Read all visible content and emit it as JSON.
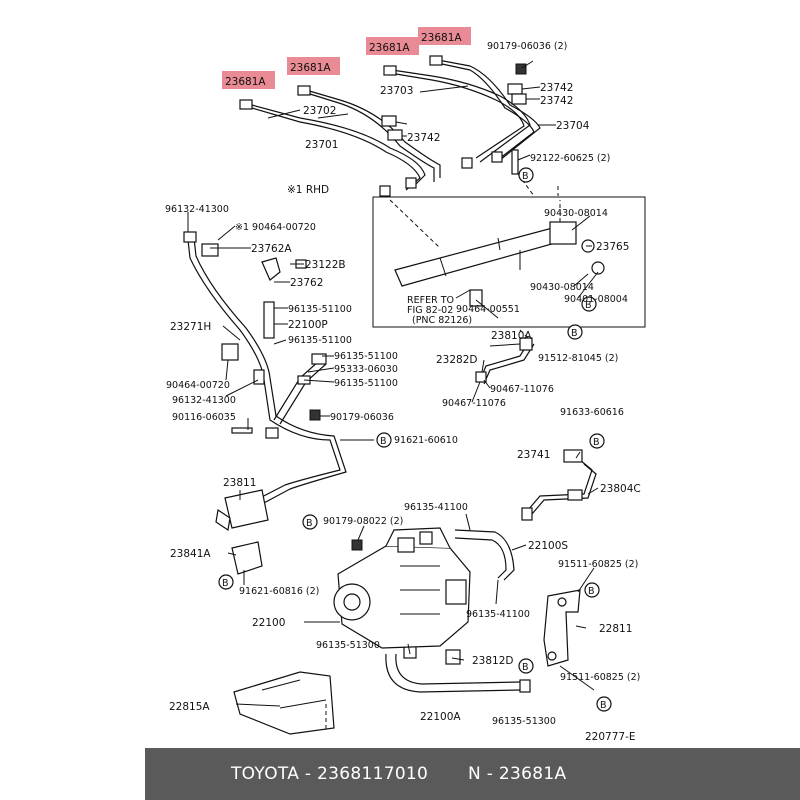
{
  "footer": {
    "left": "TOYOTA - 2368117010",
    "right": "N - 23681A"
  },
  "note_rhd": "※1 RHD",
  "refer": {
    "line1": "REFER TO",
    "line2": "FIG 82-02",
    "line3": "(PNC 82126)"
  },
  "diagram_code": "220777-E",
  "callouts": [
    {
      "id": "c1",
      "text": "23681A",
      "highlight": true
    },
    {
      "id": "c2",
      "text": "23681A",
      "highlight": true
    },
    {
      "id": "c3",
      "text": "23681A",
      "highlight": true
    },
    {
      "id": "c4",
      "text": "23681A",
      "highlight": true
    },
    {
      "id": "c5",
      "text": "90179-06036 (2)"
    },
    {
      "id": "c6",
      "text": "23742"
    },
    {
      "id": "c7",
      "text": "23742"
    },
    {
      "id": "c8",
      "text": "23703"
    },
    {
      "id": "c9",
      "text": "23702"
    },
    {
      "id": "c10",
      "text": "23742"
    },
    {
      "id": "c11",
      "text": "23704"
    },
    {
      "id": "c12",
      "text": "23701"
    },
    {
      "id": "c13",
      "text": "92122-60625 (2)"
    },
    {
      "id": "c14",
      "text": "96132-41300"
    },
    {
      "id": "c15",
      "text": "※1 90464-00720"
    },
    {
      "id": "c16",
      "text": "90430-08014"
    },
    {
      "id": "c17",
      "text": "23762A"
    },
    {
      "id": "c18",
      "text": "23765"
    },
    {
      "id": "c19",
      "text": "23122B"
    },
    {
      "id": "c20",
      "text": "23762"
    },
    {
      "id": "c21",
      "text": "90430-08014"
    },
    {
      "id": "c22",
      "text": "90401-08004"
    },
    {
      "id": "c23",
      "text": "96135-51100"
    },
    {
      "id": "c24",
      "text": "90464-00551"
    },
    {
      "id": "c25",
      "text": "23271H"
    },
    {
      "id": "c26",
      "text": "22100P"
    },
    {
      "id": "c27",
      "text": "96135-51100"
    },
    {
      "id": "c28",
      "text": "23810A"
    },
    {
      "id": "c29",
      "text": "96135-51100"
    },
    {
      "id": "c30",
      "text": "23282D"
    },
    {
      "id": "c31",
      "text": "91512-81045 (2)"
    },
    {
      "id": "c32",
      "text": "95333-06030"
    },
    {
      "id": "c33",
      "text": "90464-00720"
    },
    {
      "id": "c34",
      "text": "96135-51100"
    },
    {
      "id": "c35",
      "text": "90467-11076"
    },
    {
      "id": "c36",
      "text": "96132-41300"
    },
    {
      "id": "c37",
      "text": "90467-11076"
    },
    {
      "id": "c38",
      "text": "90116-06035"
    },
    {
      "id": "c39",
      "text": "90179-06036"
    },
    {
      "id": "c40",
      "text": "91633-60616"
    },
    {
      "id": "c41",
      "text": "91621-60610"
    },
    {
      "id": "c42",
      "text": "23741"
    },
    {
      "id": "c43",
      "text": "23811"
    },
    {
      "id": "c44",
      "text": "23804C"
    },
    {
      "id": "c45",
      "text": "96135-41100"
    },
    {
      "id": "c46",
      "text": "90179-08022 (2)"
    },
    {
      "id": "c47",
      "text": "22100S"
    },
    {
      "id": "c48",
      "text": "23841A"
    },
    {
      "id": "c49",
      "text": "91511-60825 (2)"
    },
    {
      "id": "c50",
      "text": "91621-60816 (2)"
    },
    {
      "id": "c51",
      "text": "96135-41100"
    },
    {
      "id": "c52",
      "text": "22100"
    },
    {
      "id": "c53",
      "text": "22811"
    },
    {
      "id": "c54",
      "text": "96135-51300"
    },
    {
      "id": "c55",
      "text": "23812D"
    },
    {
      "id": "c56",
      "text": "91511-60825 (2)"
    },
    {
      "id": "c57",
      "text": "22815A"
    },
    {
      "id": "c58",
      "text": "22100A"
    },
    {
      "id": "c59",
      "text": "96135-51300"
    }
  ],
  "badges": [
    {
      "id": "b1",
      "text": "B"
    },
    {
      "id": "b2",
      "text": "B"
    },
    {
      "id": "b3",
      "text": "B"
    },
    {
      "id": "b4",
      "text": "B"
    },
    {
      "id": "b5",
      "text": "B"
    },
    {
      "id": "b6",
      "text": "B"
    },
    {
      "id": "b7",
      "text": "B"
    },
    {
      "id": "b8",
      "text": "B"
    },
    {
      "id": "b9",
      "text": "B"
    },
    {
      "id": "b10",
      "text": "B"
    }
  ]
}
